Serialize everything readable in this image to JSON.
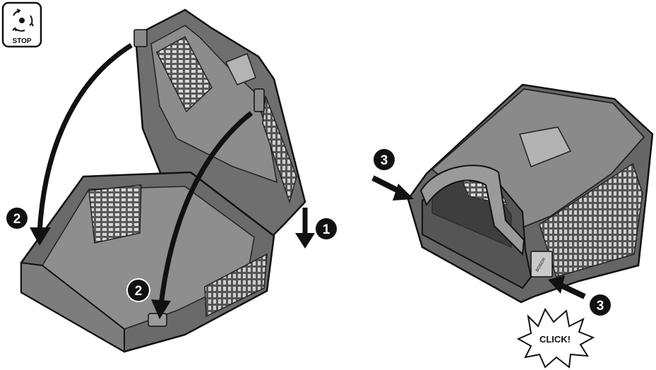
{
  "stop_symbol": {
    "label": "STOP",
    "icon": "rotating-blade-stop-icon"
  },
  "steps": {
    "step_1": "1",
    "step_2_left": "2",
    "step_2_inner": "2",
    "step_3_top": "3",
    "step_3_bottom": "3"
  },
  "brand_label": "BOSCH",
  "click_label": "CLICK!",
  "colors": {
    "basket_dark": "#4a4a4a",
    "basket_mid": "#777777",
    "basket_light": "#a4a4a4",
    "outline": "#111111",
    "badge": "#111111"
  }
}
